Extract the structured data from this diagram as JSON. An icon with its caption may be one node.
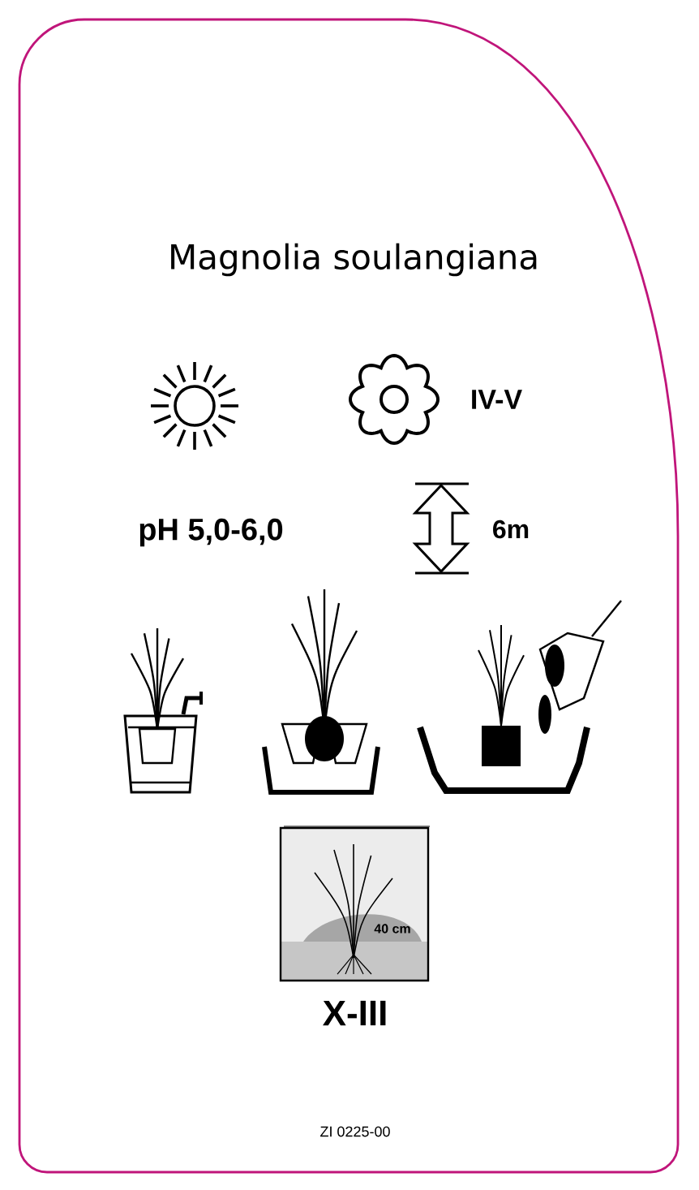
{
  "diagram": {
    "title": "Magnolia soulangiana",
    "labels": [
      "IV-V",
      "pH 5,0-6,0",
      "6m",
      "40 cm",
      "X-III",
      "ZI 0225-00"
    ]
  }
}
